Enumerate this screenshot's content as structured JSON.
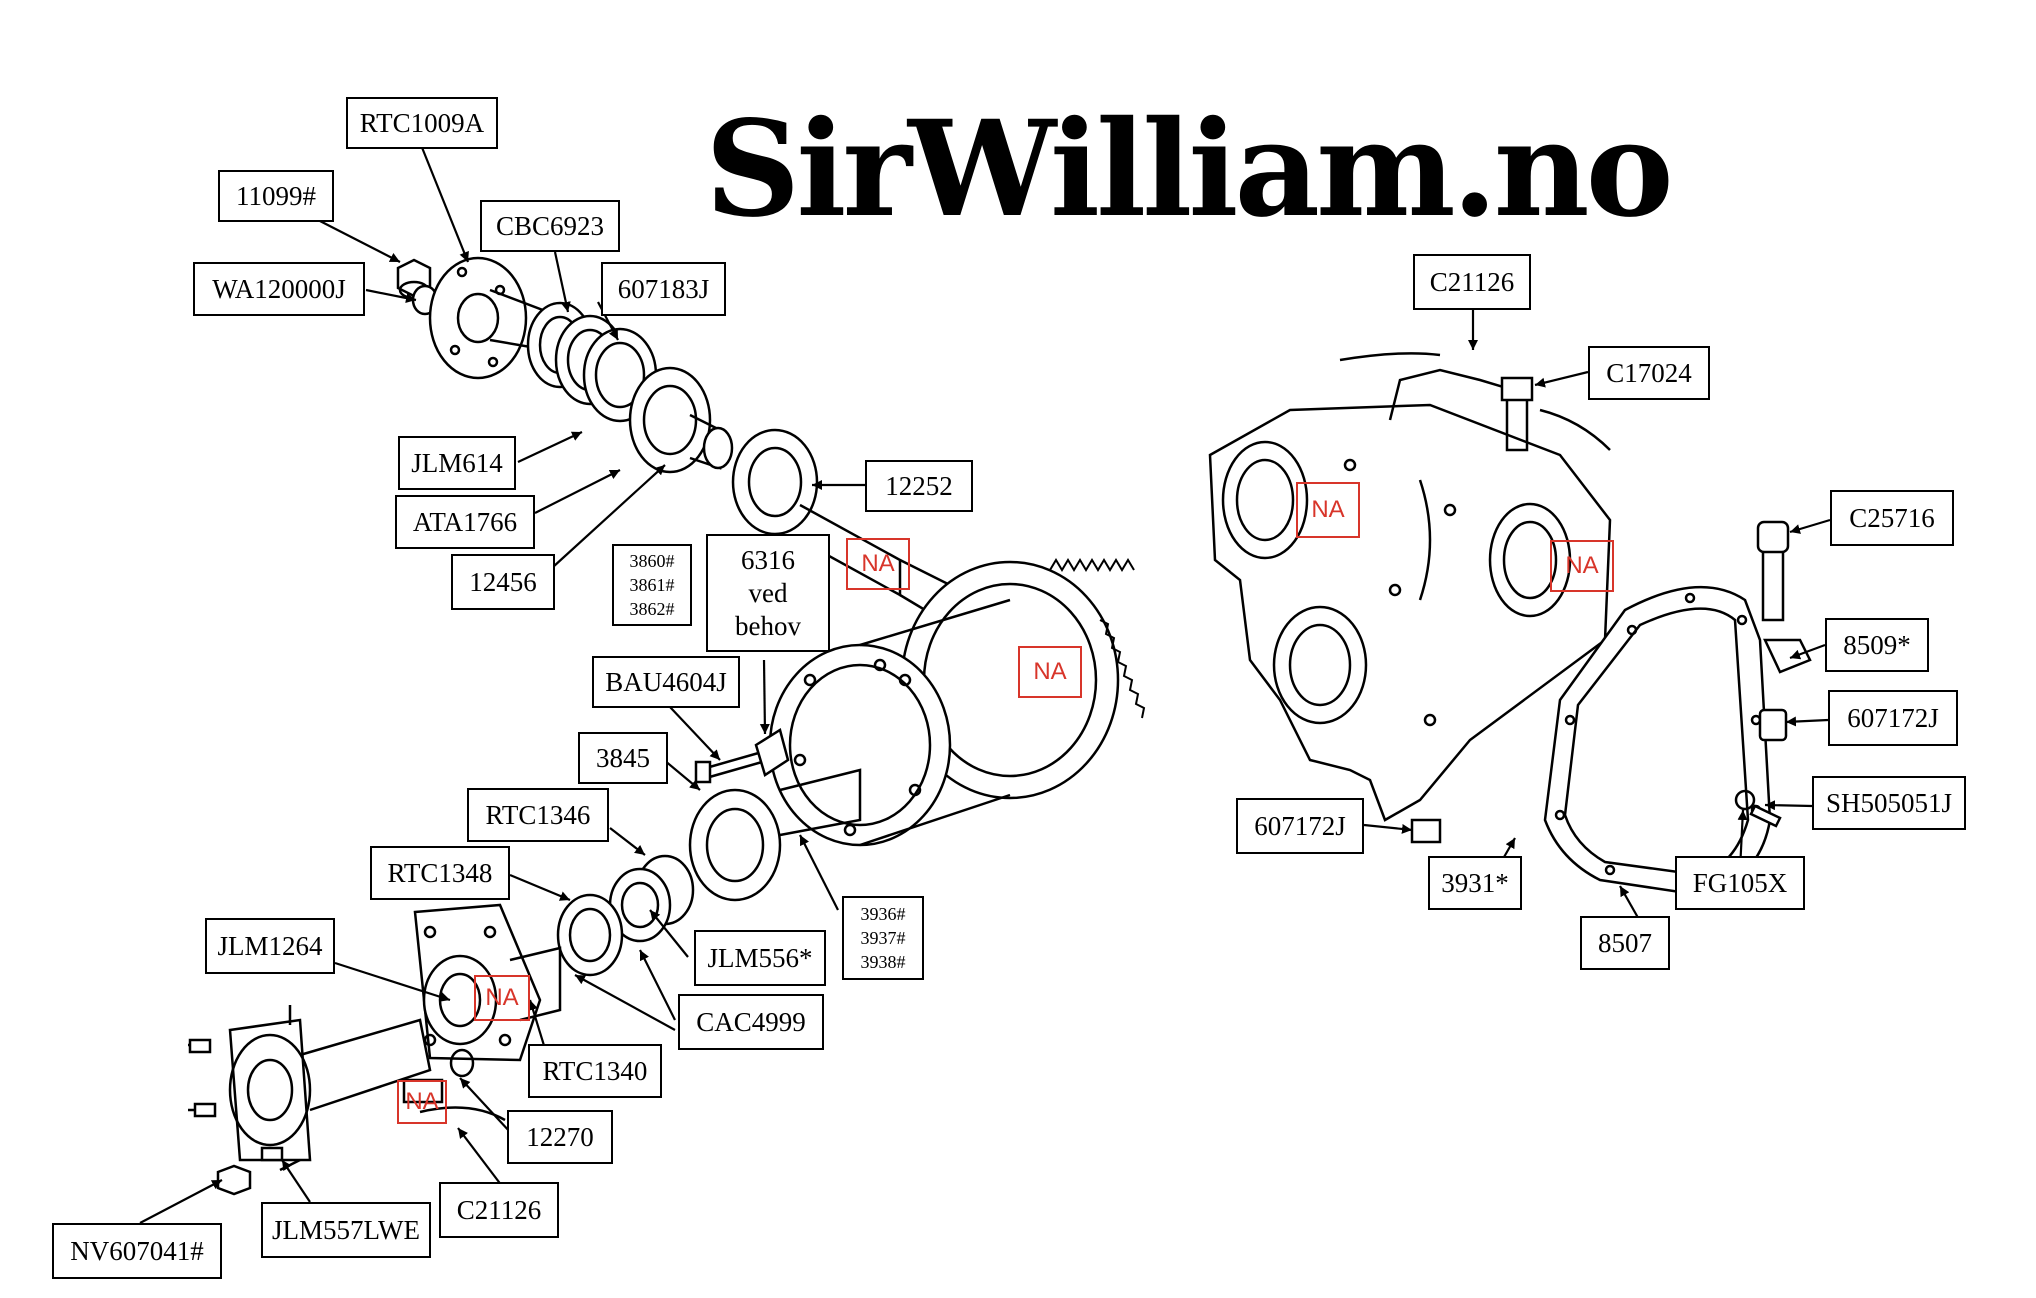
{
  "brand": "SirWilliam.no",
  "na_label": "NA",
  "colors": {
    "line": "#000000",
    "na": "#d8352a",
    "background": "#ffffff"
  },
  "callouts": {
    "rtc1009a": "RTC1009A",
    "p11099": "11099#",
    "cbc6923": "CBC6923",
    "wa120000j": "WA120000J",
    "p607183j": "607183J",
    "jlm614": "JLM614",
    "ata1766": "ATA1766",
    "p12252": "12252",
    "p12456": "12456",
    "p3860": [
      "3860#",
      "3861#",
      "3862#"
    ],
    "p6316": [
      "6316",
      "ved",
      "behov"
    ],
    "bau4604j": "BAU4604J",
    "p3845": "3845",
    "rtc1346": "RTC1346",
    "rtc1348": "RTC1348",
    "jlm1264": "JLM1264",
    "p3936": [
      "3936#",
      "3937#",
      "3938#"
    ],
    "jlm556": "JLM556*",
    "cac4999": "CAC4999",
    "rtc1340": "RTC1340",
    "p12270": "12270",
    "c21126_left": "C21126",
    "nv607041": "NV607041#",
    "jlm557lwe": "JLM557LWE",
    "c21126_right": "C21126",
    "c17024": "C17024",
    "c25716": "C25716",
    "p8509": "8509*",
    "p607172j_right": "607172J",
    "sh505051j": "SH505051J",
    "p607172j_left": "607172J",
    "p3931": "3931*",
    "fg105x": "FG105X",
    "p8507": "8507"
  }
}
